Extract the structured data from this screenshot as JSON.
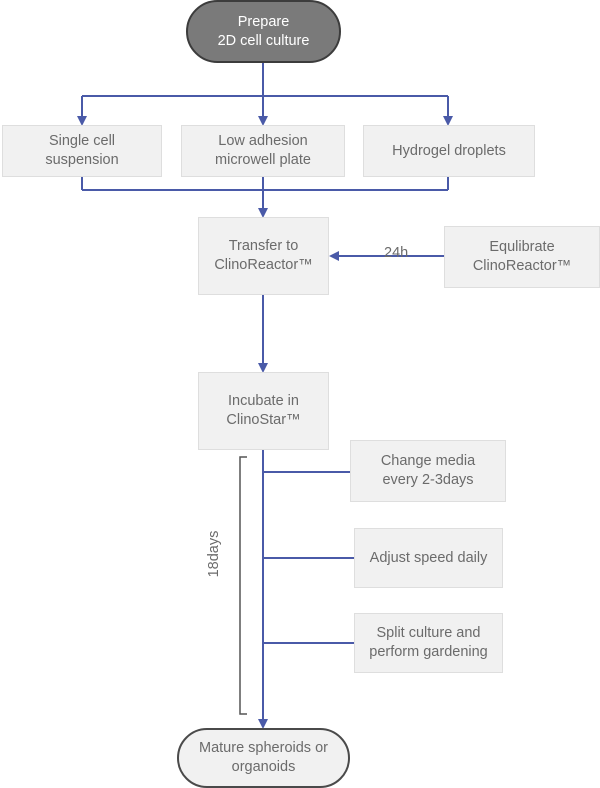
{
  "diagram": {
    "start": "Prepare\n2D cell culture",
    "methods": [
      "Single cell\nsuspension",
      "Low adhesion\nmicrowell plate",
      "Hydrogel droplets"
    ],
    "transfer": "Transfer to\nClinoReactor™",
    "equilibrate": "Equlibrate\nClinoReactor™",
    "equilibrate_time": "24h",
    "incubate": "Incubate in\nClinoStar™",
    "steps": [
      "Change media\nevery 2-3days",
      "Adjust speed daily",
      "Split culture and\nperform gardening"
    ],
    "duration": "18days",
    "end": "Mature spheroids or\norganoids",
    "colors": {
      "arrow": "#4a5aa8",
      "box_fill": "#f1f1f1",
      "start_fill": "#7a7a7a",
      "bracket": "#555555"
    }
  }
}
